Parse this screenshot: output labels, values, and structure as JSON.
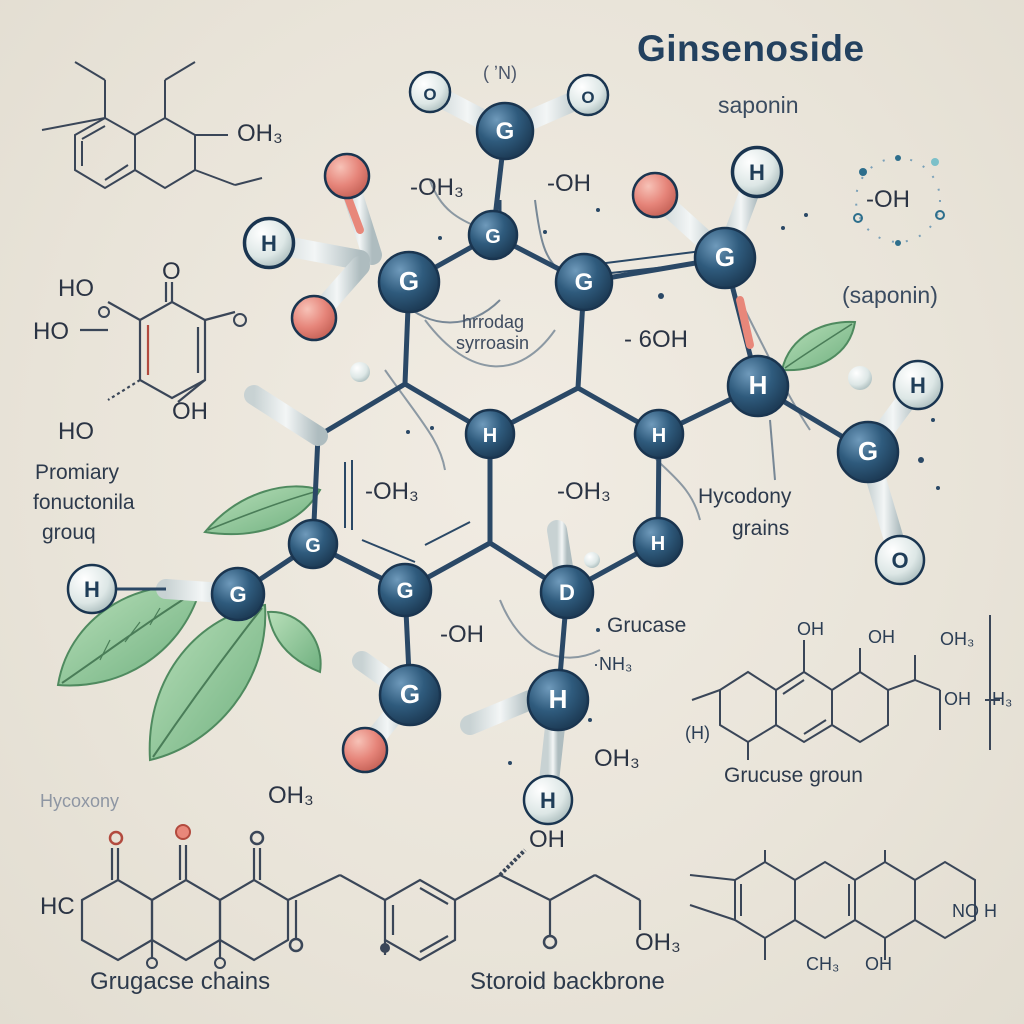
{
  "title": "Ginsenoside",
  "subtitle": "saponin",
  "saponin_label": "(saponin)",
  "labels": {
    "top_oh_left": "-OH₃",
    "top_oh_right": "-OH",
    "center_note_1": "hrrodag",
    "center_note_2": "syrroasin",
    "center_60h": "- 6OH",
    "ring_oh_left": "-OH₃",
    "ring_oh_right": "-OH₃",
    "lower_oh": "-OH",
    "lower_nh": "·NH₃",
    "lower_oh3": "OH₃",
    "grucase": "Grucase",
    "right_oh_loop": "-OH",
    "primary_1": "Promiary",
    "primary_2": "fonuctonila",
    "primary_3": "grouq",
    "hyco_1": "Hycodony",
    "hyco_2": "grains",
    "glucose_group": "Grucuse  groun",
    "faded_label": "Hycoxony",
    "bottom_oh3": "OH₃",
    "bottom_oh": "OH",
    "bottom_oh3_right": "OH₃",
    "bottom_hc": "HC",
    "bottom_noh": "NO H",
    "bottom_ch": "CH₃",
    "bottom_oh2": "OH",
    "topleft_oh3": "OH₃",
    "left_ho": "HO",
    "left_ho2": "HO",
    "left_o": "O",
    "left_oh": "OH",
    "left_ho3": "HO",
    "right_small_oh_a": "OH",
    "right_small_oh_b": "OH",
    "right_small_oh_c": "OH₃",
    "right_small_oh_d": "OH",
    "right_small_h": "H₃",
    "right_small_lh": "(H)",
    "caption_left": "Grugacse chains",
    "caption_right": "Storoid backbrone",
    "top_mark": "( ʼN)"
  },
  "atoms": [
    {
      "l": "G"
    },
    {
      "l": "G"
    },
    {
      "l": "G"
    },
    {
      "l": "G"
    },
    {
      "l": "G"
    },
    {
      "l": "G"
    },
    {
      "l": "G"
    },
    {
      "l": "H"
    },
    {
      "l": "H"
    },
    {
      "l": "H"
    },
    {
      "l": "H"
    },
    {
      "l": "H"
    },
    {
      "l": "H"
    },
    {
      "l": "H"
    },
    {
      "l": "H"
    },
    {
      "l": "O"
    },
    {
      "l": "O"
    },
    {
      "l": "O"
    },
    {
      "l": "O"
    },
    {
      "l": "O"
    },
    {
      "l": "G"
    },
    {
      "l": "O"
    },
    {
      "l": "G"
    },
    {
      "l": "D"
    },
    {
      "l": "G"
    }
  ],
  "colors": {
    "atom_dark": "#2e5878",
    "atom_white": "#e9f0ef",
    "atom_red": "#e8877a",
    "bond": "#2a4866",
    "leaf": "#8fc79b",
    "ink": "#2c3e55"
  }
}
